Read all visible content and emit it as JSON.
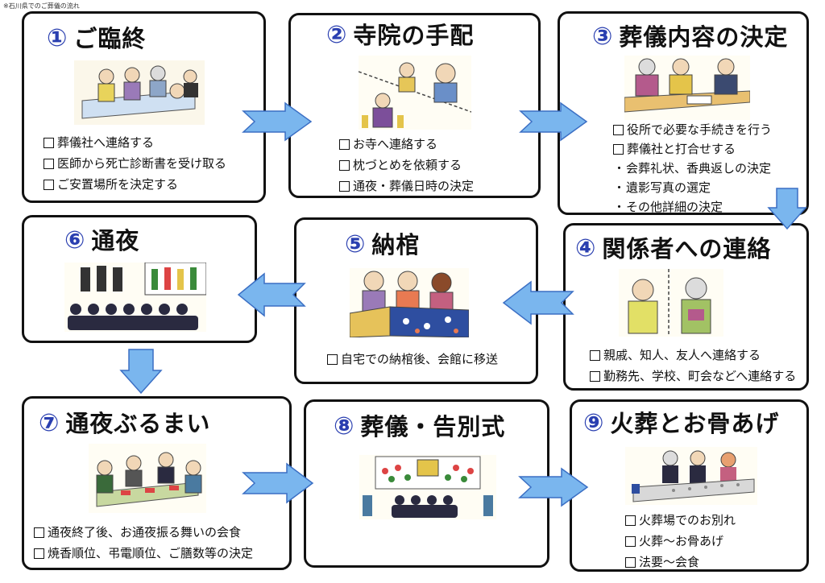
{
  "page_note": "※石川県でのご葬儀の流れ",
  "colors": {
    "number": "#2a3fb0",
    "arrow_fill": "#7ab6ee",
    "arrow_stroke": "#3b6fc4",
    "border": "#111111"
  },
  "steps": [
    {
      "number": "①",
      "title": "ご臨終",
      "items": [
        "葬儀社へ連絡する",
        "医師から死亡診断書を受け取る",
        "ご安置場所を決定する"
      ],
      "subitems": [],
      "image": "deathbed-family-illustration"
    },
    {
      "number": "②",
      "title": "寺院の手配",
      "items": [
        "お寺へ連絡する",
        "枕づとめを依頼する",
        "通夜・葬儀日時の決定"
      ],
      "subitems": [],
      "image": "phone-call-temple-priest-illustration"
    },
    {
      "number": "③",
      "title": "葬儀内容の決定",
      "items": [
        "役所で必要な手続きを行う",
        "葬儀社と打合せする"
      ],
      "subitems": [
        "会葬礼状、香典返しの決定",
        "遺影写真の選定",
        "その他詳細の決定"
      ],
      "image": "family-meeting-illustration"
    },
    {
      "number": "④",
      "title": "関係者への連絡",
      "items": [
        "親戚、知人、友人へ連絡する",
        "勤務先、学校、町会などへ連絡する"
      ],
      "subitems": [],
      "image": "phone-contact-illustration"
    },
    {
      "number": "⑤",
      "title": "納棺",
      "items": [
        "自宅での納棺後、会館に移送"
      ],
      "subitems": [],
      "image": "coffin-family-illustration"
    },
    {
      "number": "⑥",
      "title": "通夜",
      "items": [],
      "subitems": [],
      "image": "wake-ceremony-illustration"
    },
    {
      "number": "⑦",
      "title": "通夜ぶるまい",
      "items": [
        "通夜終了後、お通夜振る舞いの会食",
        "焼香順位、弔電順位、ご膳数等の決定"
      ],
      "subitems": [],
      "image": "wake-meal-illustration"
    },
    {
      "number": "⑧",
      "title": "葬儀・告別式",
      "items": [],
      "subitems": [],
      "image": "funeral-ceremony-illustration"
    },
    {
      "number": "⑨",
      "title": "火葬とお骨あげ",
      "items": [
        "火葬場でのお別れ",
        "火葬～お骨あげ",
        "法要～会食"
      ],
      "subitems": [],
      "image": "cremation-bones-illustration"
    }
  ]
}
